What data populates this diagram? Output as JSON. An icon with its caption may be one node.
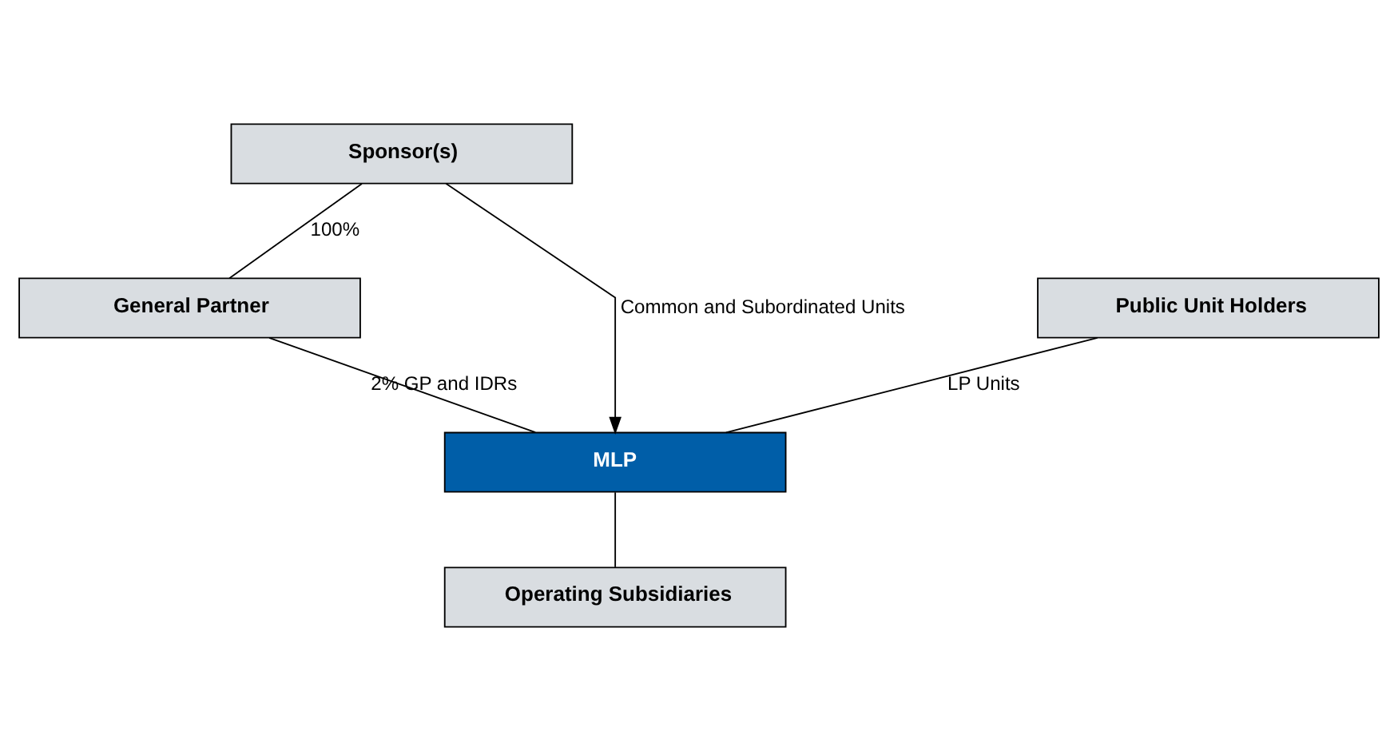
{
  "diagram": {
    "nodes": [
      {
        "text": [
          "Sponsor(s)"
        ]
      },
      {
        "text": [
          "General Partner"
        ]
      },
      {
        "text": [
          "Public Unit Holders"
        ]
      },
      {
        "text": [
          "MLP"
        ]
      },
      {
        "text": [
          "Operating Subsidiaries"
        ]
      }
    ],
    "edges": [
      {
        "from": 0,
        "to": 1,
        "arrow": "none",
        "label": "100%"
      },
      {
        "from": 0,
        "to": 3,
        "arrow": "to",
        "label": "Common and Subordinated Units"
      },
      {
        "from": 1,
        "to": 3,
        "arrow": "none",
        "label": "2% GP and IDRs"
      },
      {
        "from": 2,
        "to": 3,
        "arrow": "none",
        "label": "LP Units"
      },
      {
        "from": 3,
        "to": 4,
        "arrow": "none"
      }
    ]
  }
}
